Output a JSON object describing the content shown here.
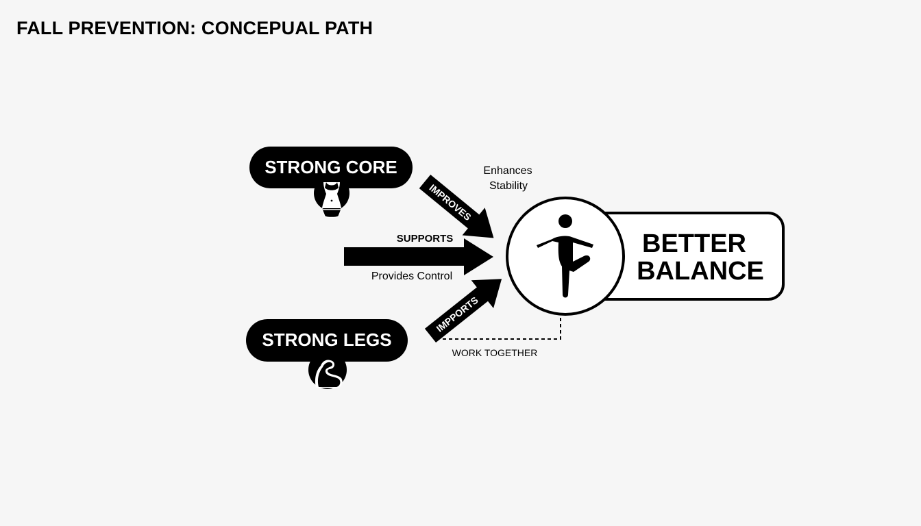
{
  "title": "FALL PREVENTION: CONCEPUAL PATH",
  "nodes": {
    "core": {
      "label": "STRONG CORE",
      "icon": "torso-icon"
    },
    "legs": {
      "label": "STRONG LEGS",
      "icon": "flexed-arm-icon"
    },
    "target": {
      "line1": "BETTER",
      "line2": "BALANCE",
      "icon": "balancing-person-icon"
    }
  },
  "edges": {
    "core_arrow": {
      "label": "IMPROVES",
      "note_line1": "Enhances",
      "note_line2": "Stability"
    },
    "middle_arrow": {
      "label_above": "SUPPORTS",
      "label_below": "Provides Control"
    },
    "legs_arrow": {
      "label": "IMPPORTS"
    },
    "dashed_link": {
      "label": "WORK TOGETHER"
    }
  },
  "colors": {
    "fill": "#000000",
    "background": "#f6f6f6",
    "text_on_dark": "#ffffff"
  }
}
